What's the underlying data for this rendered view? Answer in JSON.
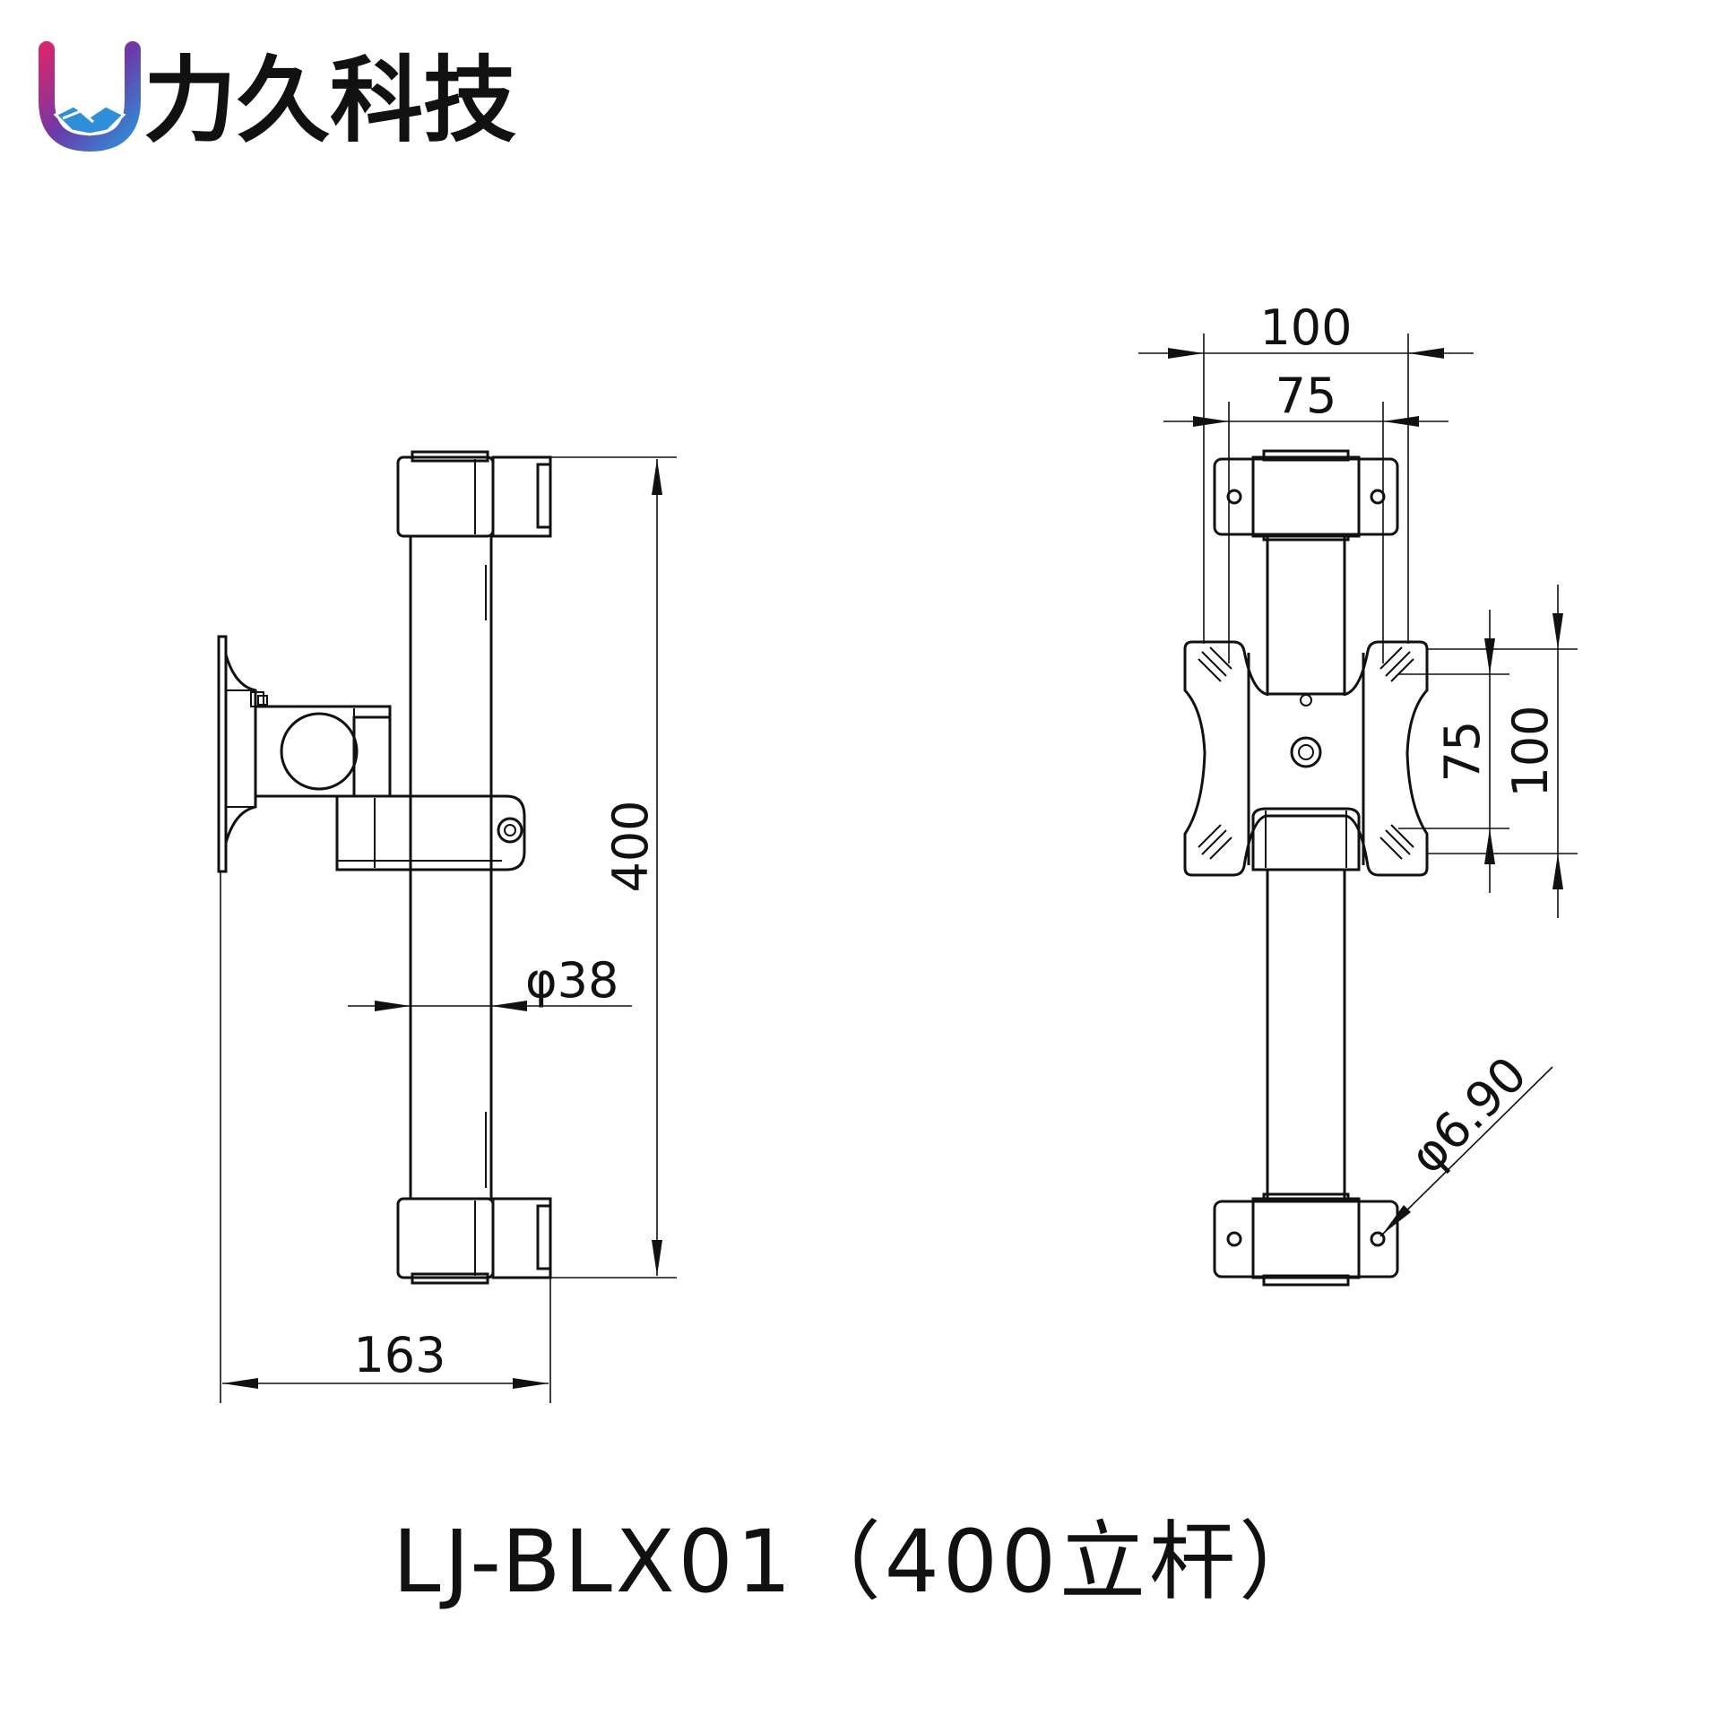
{
  "brand": {
    "name": "力久科技",
    "logo_icon": "u-handshake-logo-icon",
    "colors": {
      "magenta": "#d6266e",
      "purple": "#6b3aa8",
      "blue": "#2e8fd8",
      "text": "#111111"
    }
  },
  "drawing": {
    "caption": "LJ-BLX01（400立杆）",
    "side_view": {
      "height_dim": "400",
      "pole_diameter_dim": "φ38",
      "depth_dim": "163"
    },
    "front_view": {
      "top_width_outer_dim": "100",
      "top_width_inner_dim": "75",
      "right_height_inner_dim": "75",
      "right_height_outer_dim": "100",
      "hole_diameter_dim": "φ6.90"
    }
  }
}
